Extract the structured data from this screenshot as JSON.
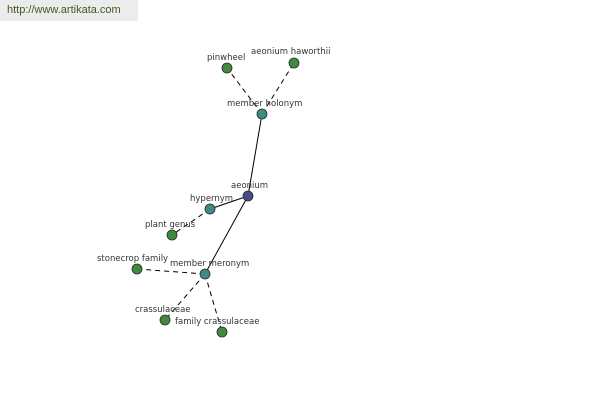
{
  "banner": {
    "url_text": "http://www.artikata.com"
  },
  "graph": {
    "colors": {
      "center": "#4a4a8a",
      "relation": "#3f8a86",
      "leaf": "#3f8a3f",
      "stroke": "#2b2b2b",
      "edge": "#000000"
    },
    "nodes": [
      {
        "id": "aeonium",
        "label": "aeonium",
        "kind": "center"
      },
      {
        "id": "member-holonym",
        "label": "member holonym",
        "kind": "relation"
      },
      {
        "id": "hypernym",
        "label": "hypernym",
        "kind": "relation"
      },
      {
        "id": "member-meronym",
        "label": "member meronym",
        "kind": "relation"
      },
      {
        "id": "pinwheel",
        "label": "pinwheel",
        "kind": "leaf"
      },
      {
        "id": "aeonium-haworthii",
        "label": "aeonium haworthii",
        "kind": "leaf"
      },
      {
        "id": "plant-genus",
        "label": "plant genus",
        "kind": "leaf"
      },
      {
        "id": "stonecrop-family",
        "label": "stonecrop family",
        "kind": "leaf"
      },
      {
        "id": "crassulaceae",
        "label": "crassulaceae",
        "kind": "leaf"
      },
      {
        "id": "family-crassulaceae",
        "label": "family crassulaceae",
        "kind": "leaf"
      }
    ],
    "edges": [
      {
        "from": "aeonium",
        "to": "member-holonym",
        "style": "solid"
      },
      {
        "from": "aeonium",
        "to": "hypernym",
        "style": "solid"
      },
      {
        "from": "aeonium",
        "to": "member-meronym",
        "style": "solid"
      },
      {
        "from": "member-holonym",
        "to": "pinwheel",
        "style": "dashed"
      },
      {
        "from": "member-holonym",
        "to": "aeonium-haworthii",
        "style": "dashed"
      },
      {
        "from": "hypernym",
        "to": "plant-genus",
        "style": "dashed"
      },
      {
        "from": "member-meronym",
        "to": "stonecrop-family",
        "style": "dashed"
      },
      {
        "from": "member-meronym",
        "to": "crassulaceae",
        "style": "dashed"
      },
      {
        "from": "member-meronym",
        "to": "family-crassulaceae",
        "style": "dashed"
      }
    ]
  }
}
